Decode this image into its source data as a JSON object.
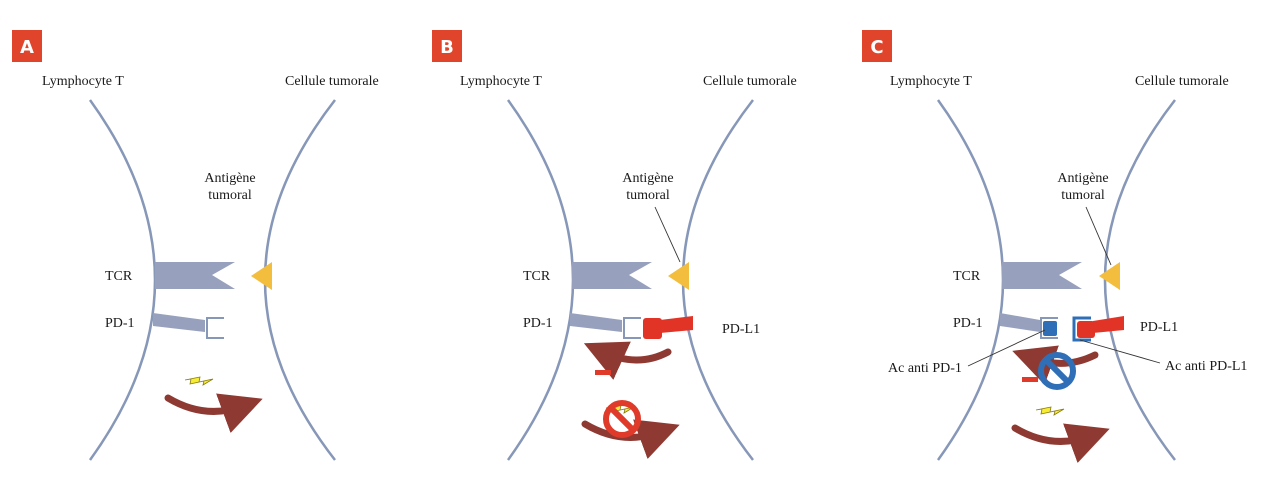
{
  "colors": {
    "badge": "#e0452b",
    "membrane": "#8797b8",
    "receptor": "#97a1bd",
    "antigen": "#f3bd3d",
    "pdl1": "#e23327",
    "antibody": "#2f6fb7",
    "arrow": "#8e3a32",
    "bolt": "#f5ec34",
    "inhibit": "#e03a2a"
  },
  "panels": [
    {
      "badge": "A",
      "lymphocyte_label": "Lymphocyte T",
      "tumor_label": "Cellule tumorale",
      "antigen_label_1": "Antigène",
      "antigen_label_2": "tumoral",
      "tcr_label": "TCR",
      "pd1_label": "PD-1"
    },
    {
      "badge": "B",
      "lymphocyte_label": "Lymphocyte T",
      "tumor_label": "Cellule tumorale",
      "antigen_label_1": "Antigène",
      "antigen_label_2": "tumoral",
      "tcr_label": "TCR",
      "pd1_label": "PD-1",
      "pdl1_label": "PD-L1"
    },
    {
      "badge": "C",
      "lymphocyte_label": "Lymphocyte T",
      "tumor_label": "Cellule tumorale",
      "antigen_label_1": "Antigène",
      "antigen_label_2": "tumoral",
      "tcr_label": "TCR",
      "pd1_label": "PD-1",
      "pdl1_label": "PD-L1",
      "anti_pd1_label": "Ac anti PD-1",
      "anti_pdl1_label": "Ac anti PD-L1"
    }
  ]
}
